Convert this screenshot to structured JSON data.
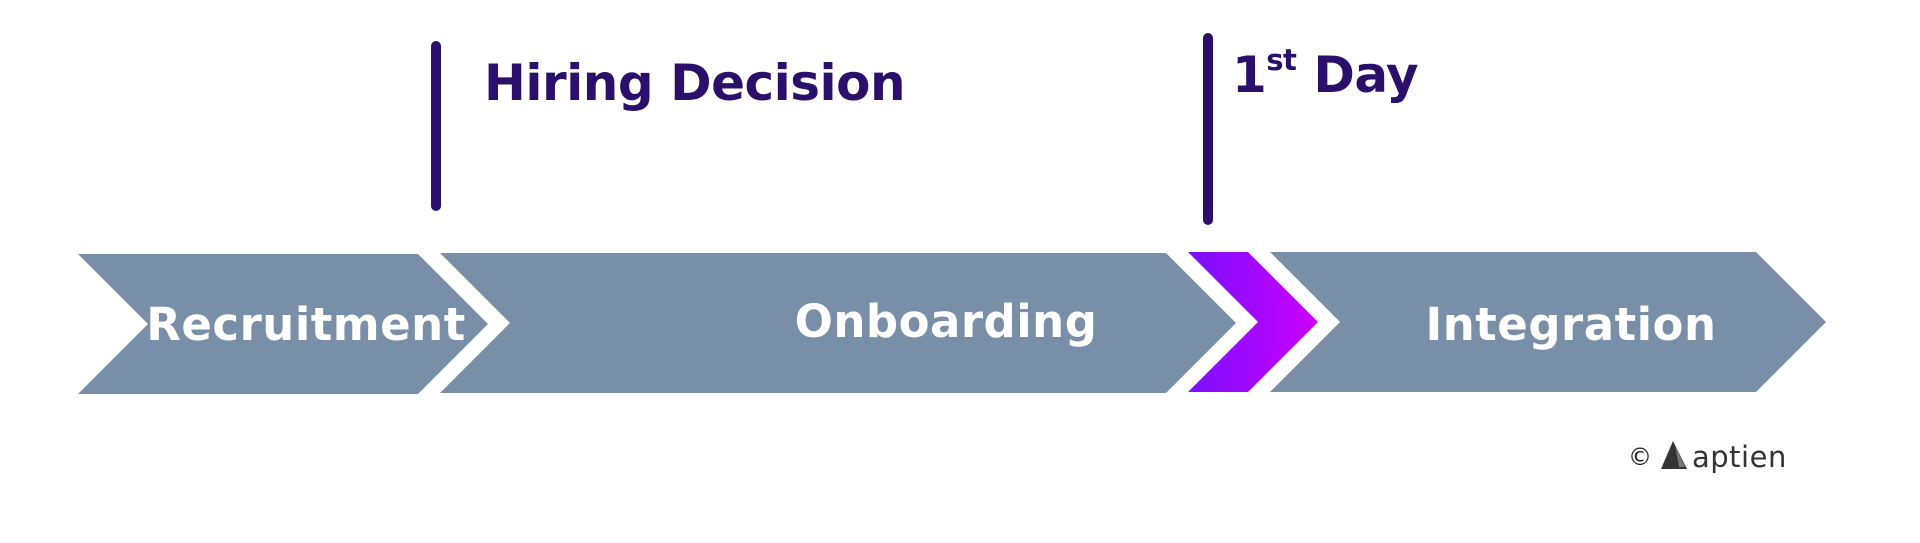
{
  "phases": [
    {
      "id": "recruitment",
      "label": "Recruitment",
      "color": "#798fa7"
    },
    {
      "id": "onboarding",
      "label": "Onboarding",
      "color": "#798fa7"
    },
    {
      "id": "first-day",
      "label": "",
      "color_start": "#7a10ff",
      "color_end": "#cc00ff"
    },
    {
      "id": "integration",
      "label": "Integration",
      "color": "#798fa7"
    }
  ],
  "milestones": [
    {
      "id": "hiring-decision",
      "label": "Hiring Decision",
      "color": "#2a0f6b"
    },
    {
      "id": "first-day",
      "label_main": "1",
      "label_sup": "st",
      "label_rest": " Day",
      "color": "#2a0f6b"
    }
  ],
  "credit": {
    "copyright_symbol": "©",
    "brand": "aptien",
    "logo_icon": "aptien-logo-icon"
  }
}
